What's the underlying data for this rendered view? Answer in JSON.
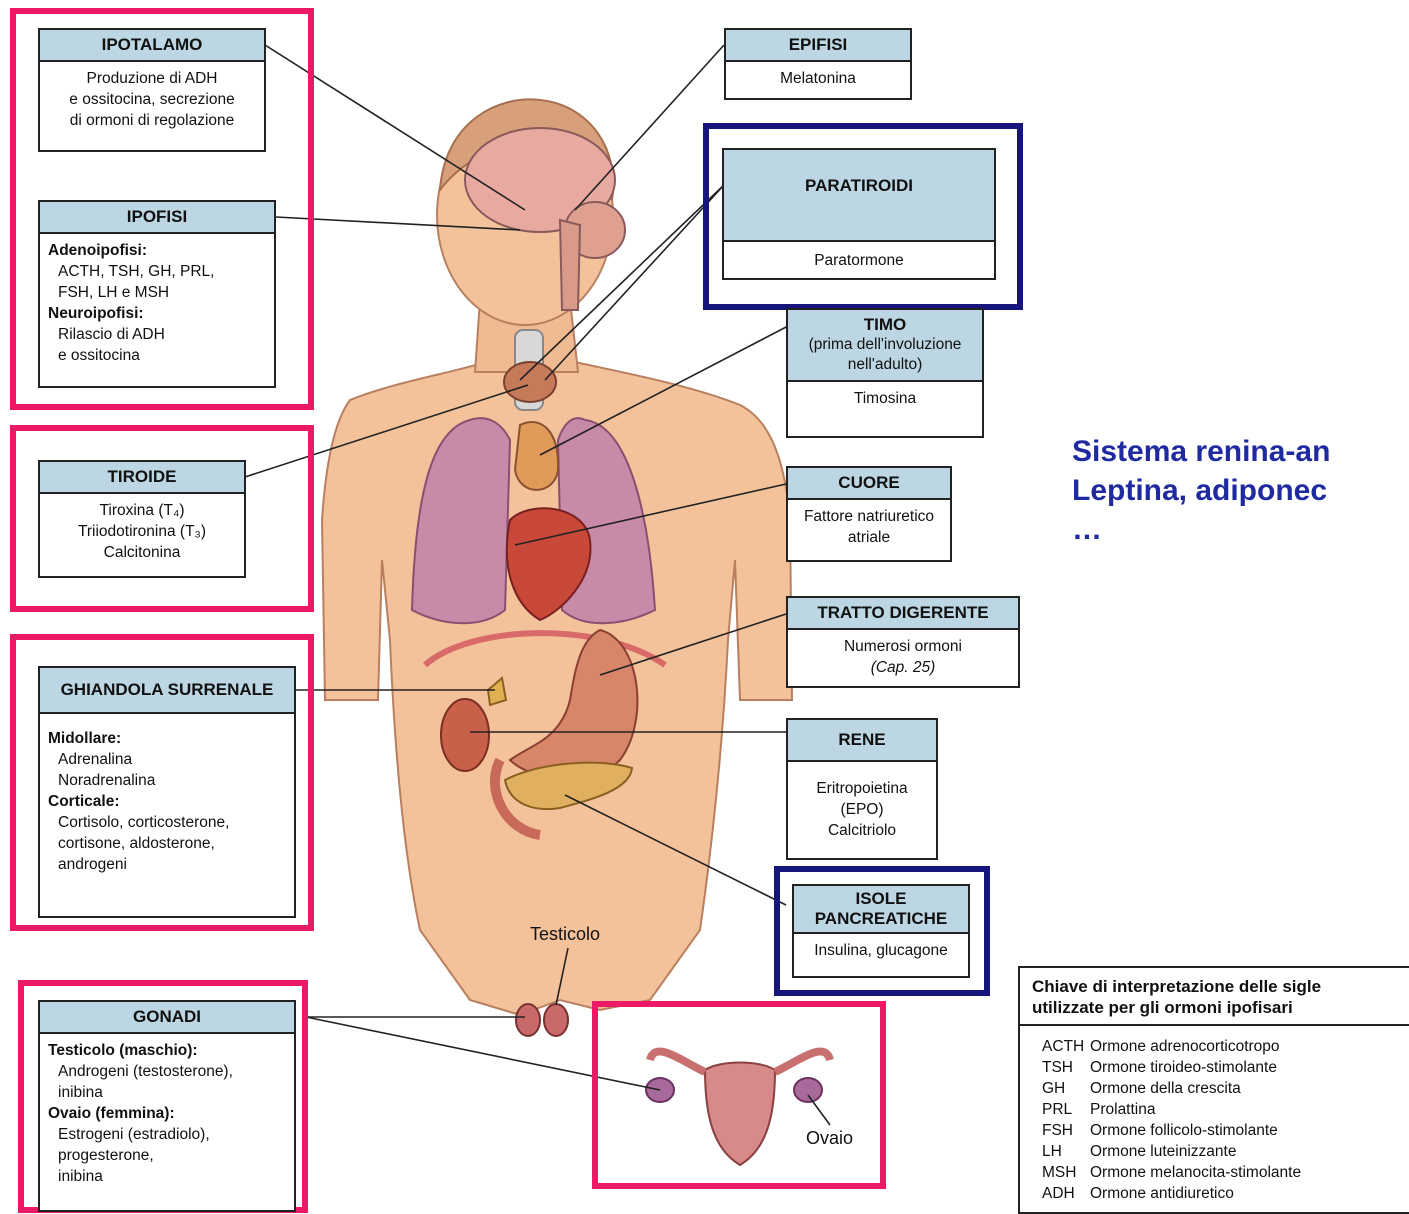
{
  "colors": {
    "pink_frame": "#ec1a66",
    "navy_frame": "#16157e",
    "header_fill": "#bcd6e3",
    "note_text": "#1f2aa0"
  },
  "boxes": {
    "ipotalamo": {
      "title": "IPOTALAMO",
      "lines": [
        "Produzione di ADH",
        "e ossitocina, secrezione",
        "di ormoni di regolazione"
      ]
    },
    "ipofisi": {
      "title": "IPOFISI",
      "adeno_head": "Adenoipofisi:",
      "adeno_lines": [
        "ACTH, TSH, GH, PRL,",
        "FSH, LH e MSH"
      ],
      "neuro_head": "Neuroipofisi:",
      "neuro_lines": [
        "Rilascio di ADH",
        "e ossitocina"
      ]
    },
    "tiroide": {
      "title": "TIROIDE",
      "lines": [
        "Tiroxina (T₄)",
        "Triiodotironina (T₃)",
        "Calcitonina"
      ]
    },
    "surrenale": {
      "title": "GHIANDOLA SURRENALE",
      "midollare_head": "Midollare:",
      "midollare_lines": [
        "Adrenalina",
        "Noradrenalina"
      ],
      "corticale_head": "Corticale:",
      "corticale_lines": [
        "Cortisolo, corticosterone,",
        "cortisone, aldosterone,",
        "androgeni"
      ]
    },
    "gonadi": {
      "title": "GONADI",
      "testicolo_head": "Testicolo (maschio):",
      "testicolo_lines": [
        "Androgeni (testosterone),",
        "inibina"
      ],
      "ovaio_head": "Ovaio (femmina):",
      "ovaio_lines": [
        "Estrogeni (estradiolo),",
        "progesterone,",
        "inibina"
      ]
    },
    "epifisi": {
      "title": "EPIFISI",
      "lines": [
        "Melatonina"
      ]
    },
    "paratiroidi": {
      "title": "PARATIROIDI",
      "lines": [
        "Paratormone"
      ]
    },
    "timo": {
      "title": "TIMO",
      "subtitle": [
        "(prima dell'involuzione",
        "nell'adulto)"
      ],
      "lines": [
        "Timosina"
      ]
    },
    "cuore": {
      "title": "CUORE",
      "lines": [
        "Fattore natriuretico",
        "atriale"
      ]
    },
    "digerente": {
      "title": "TRATTO DIGERENTE",
      "lines": [
        "Numerosi ormoni"
      ],
      "note": "(Cap. 25)"
    },
    "rene": {
      "title": "RENE",
      "lines": [
        "Eritropoietina",
        "(EPO)",
        "Calcitriolo"
      ]
    },
    "isole": {
      "title": "ISOLE PANCREATICHE",
      "title_lines": [
        "ISOLE",
        "PANCREATICHE"
      ],
      "lines": [
        "Insulina, glucagone"
      ]
    }
  },
  "labels": {
    "testicolo": "Testicolo",
    "ovaio": "Ovaio"
  },
  "side_note": {
    "line1": "Sistema renina-an",
    "line2": "Leptina, adiponec",
    "line3": "…"
  },
  "key": {
    "title_lines": [
      "Chiave di interpretazione delle sigle",
      "utilizzate per gli ormoni ipofisari"
    ],
    "rows": [
      {
        "abbr": "ACTH",
        "desc": "Ormone adrenocorticotropo"
      },
      {
        "abbr": "TSH",
        "desc": "Ormone tiroideo-stimolante"
      },
      {
        "abbr": "GH",
        "desc": "Ormone della crescita"
      },
      {
        "abbr": "PRL",
        "desc": "Prolattina"
      },
      {
        "abbr": "FSH",
        "desc": "Ormone follicolo-stimolante"
      },
      {
        "abbr": "LH",
        "desc": "Ormone luteinizzante"
      },
      {
        "abbr": "MSH",
        "desc": "Ormone melanocita-stimolante"
      },
      {
        "abbr": "ADH",
        "desc": "Ormone antidiuretico"
      }
    ]
  }
}
